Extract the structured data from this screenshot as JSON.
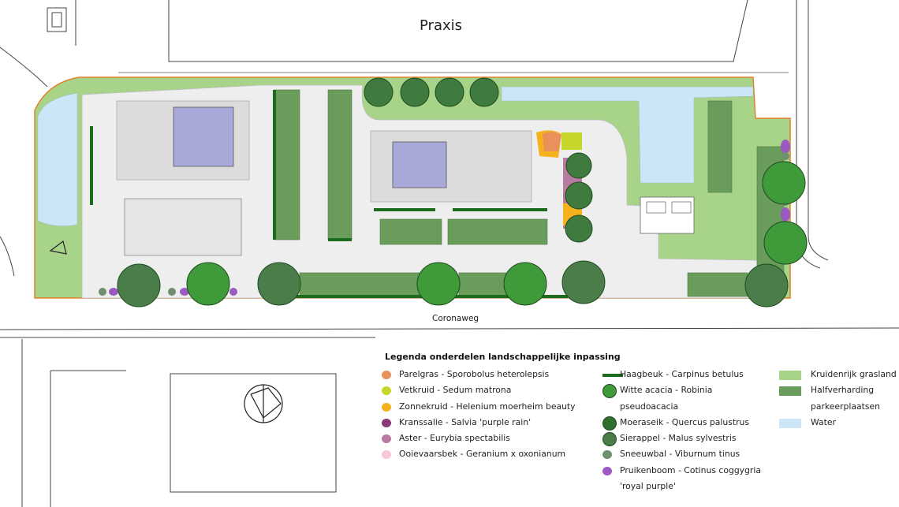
{
  "labels": {
    "top": "Praxis",
    "road": "Coronaweg"
  },
  "colors": {
    "grass": "#a8d48a",
    "parking": "#6a9c5c",
    "water": "#cde6f7",
    "building": "#a9a9d9",
    "paving": "#eeeeee",
    "hedge": "#1d6b1d",
    "tree_dark": "#3f7a3f",
    "tree_light": "#3f9b3a"
  },
  "legend": {
    "title": "Legenda onderdelen landschappelijke inpassing",
    "plants": [
      {
        "label": "Parelgras - Sporobolus heterolepsis",
        "color": "#e8915a"
      },
      {
        "label": "Vetkruid - Sedum matrona",
        "color": "#c7d62a"
      },
      {
        "label": "Zonnekruid - Helenium moerheim beauty",
        "color": "#f5b21e"
      },
      {
        "label": "Kranssalie - Salvia 'purple rain'",
        "color": "#8a3a78"
      },
      {
        "label": "Aster - Eurybia spectabilis",
        "color": "#b77aa0"
      },
      {
        "label": "Ooievaarsbek - Geranium x oxonianum",
        "color": "#f6c8d8"
      }
    ],
    "trees": [
      {
        "label": "Haagbeuk - Carpinus betulus",
        "swatch": "hedge",
        "color": "#1d6b1d"
      },
      {
        "label": "Witte acacia - Robinia",
        "swatch": "tree",
        "color": "#3f9b3a"
      },
      {
        "label": "pseudoacacia",
        "swatch": "none",
        "color": ""
      },
      {
        "label": "Moeraseik - Quercus palustrus",
        "swatch": "tree",
        "color": "#2f6e2f"
      },
      {
        "label": "Sierappel - Malus sylvestris",
        "swatch": "tree",
        "color": "#4b7d4b"
      },
      {
        "label": "Sneeuwbal - Viburnum tinus",
        "swatch": "dot",
        "color": "#6f8f6f"
      },
      {
        "label": "Pruikenboom - Cotinus coggygria",
        "swatch": "dot",
        "color": "#9a5ac0"
      },
      {
        "label": "'royal purple'",
        "swatch": "none",
        "color": ""
      }
    ],
    "surfaces": [
      {
        "label": "Kruidenrijk grasland",
        "color": "#a8d48a"
      },
      {
        "label": "Halfverharding",
        "color": "#6a9c5c"
      },
      {
        "label": "parkeerplaatsen",
        "color": ""
      },
      {
        "label": "Water",
        "color": "#cde6f7"
      }
    ]
  }
}
